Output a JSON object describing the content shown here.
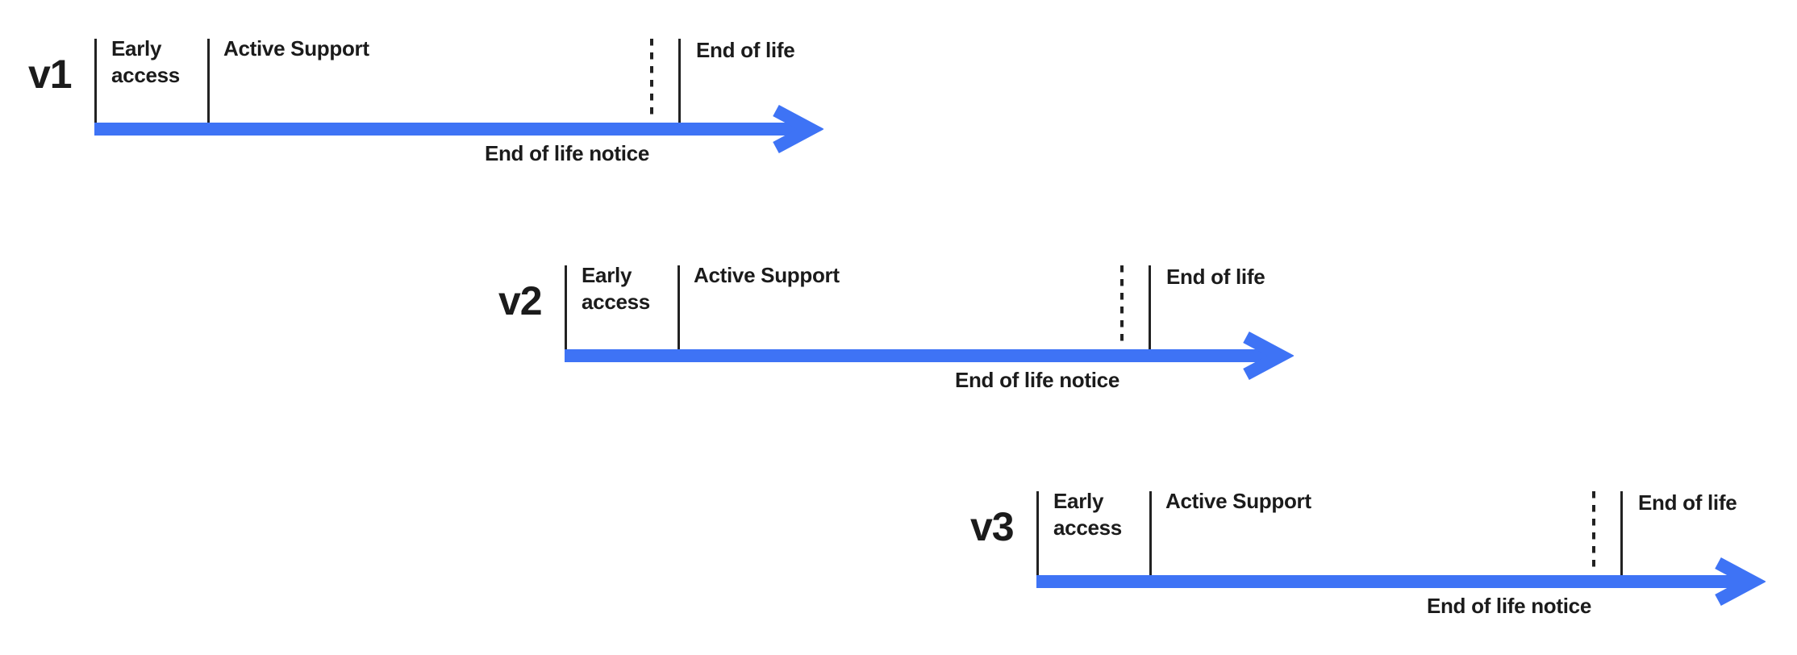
{
  "diagram": {
    "description": "Version lifecycle timelines",
    "colors": {
      "arrow_blue": "#3E73F5",
      "line_black": "#222222",
      "text_black": "#1B1B1B",
      "background": "#FFFFFF"
    },
    "icons": {
      "timeline_arrow": "right-arrow"
    },
    "rows": [
      {
        "version": "v1",
        "phases": {
          "early": "Early access",
          "active": "Active Support",
          "end": "End of life"
        },
        "notice": "End of life notice"
      },
      {
        "version": "v2",
        "phases": {
          "early": "Early access",
          "active": "Active Support",
          "end": "End of life"
        },
        "notice": "End of life notice"
      },
      {
        "version": "v3",
        "phases": {
          "early": "Early access",
          "active": "Active Support",
          "end": "End of life"
        },
        "notice": "End of life notice"
      }
    ]
  }
}
